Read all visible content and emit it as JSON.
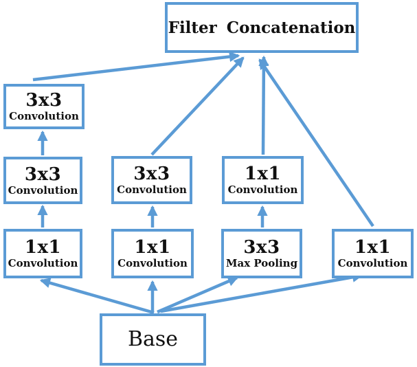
{
  "colors": {
    "accent": "#5b9bd5",
    "text": "#111111",
    "background": "#ffffff"
  },
  "nodes": {
    "filter_concat": {
      "label": "Filter Concatenation"
    },
    "conv3x3_b1_top": {
      "line1": "3x3",
      "line2": "Convolution"
    },
    "conv3x3_b1_mid": {
      "line1": "3x3",
      "line2": "Convolution"
    },
    "conv3x3_b2": {
      "line1": "3x3",
      "line2": "Convolution"
    },
    "conv1x1_b3_top": {
      "line1": "1x1",
      "line2": "Convolution"
    },
    "conv1x1_b1": {
      "line1": "1x1",
      "line2": "Convolution"
    },
    "conv1x1_b2": {
      "line1": "1x1",
      "line2": "Convolution"
    },
    "maxpool_b3": {
      "line1": "3x3",
      "line2": "Max Pooling"
    },
    "conv1x1_b4": {
      "line1": "1x1",
      "line2": "Convolution"
    },
    "base": {
      "label": "Base"
    }
  },
  "edges": [
    {
      "from": "base",
      "to": "conv1x1_b1"
    },
    {
      "from": "base",
      "to": "conv1x1_b2"
    },
    {
      "from": "base",
      "to": "maxpool_b3"
    },
    {
      "from": "base",
      "to": "conv1x1_b4"
    },
    {
      "from": "conv1x1_b1",
      "to": "conv3x3_b1_mid"
    },
    {
      "from": "conv3x3_b1_mid",
      "to": "conv3x3_b1_top"
    },
    {
      "from": "conv1x1_b2",
      "to": "conv3x3_b2"
    },
    {
      "from": "maxpool_b3",
      "to": "conv1x1_b3_top"
    },
    {
      "from": "conv3x3_b1_top",
      "to": "filter_concat"
    },
    {
      "from": "conv3x3_b2",
      "to": "filter_concat"
    },
    {
      "from": "conv1x1_b3_top",
      "to": "filter_concat"
    },
    {
      "from": "conv1x1_b4",
      "to": "filter_concat"
    }
  ]
}
